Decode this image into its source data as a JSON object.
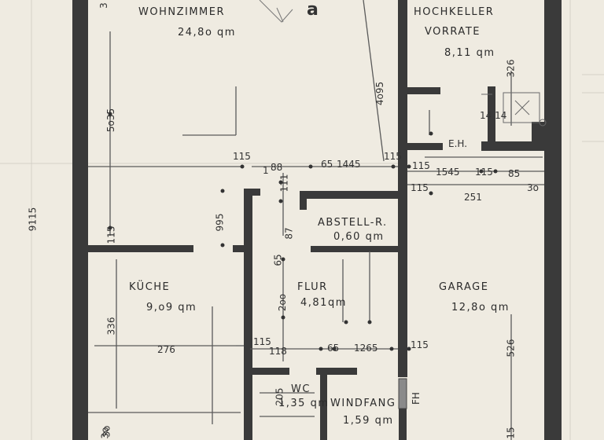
{
  "rooms": {
    "wohnzimmer": {
      "name": "WOHNZIMMER",
      "area": "24,8o qm"
    },
    "hochkeller": {
      "name": "HOCHKELLER",
      "sub": "VORRATE",
      "area": "8,11 qm"
    },
    "abstell": {
      "name": "ABSTELL-R.",
      "area": "0,60 qm"
    },
    "kueche": {
      "name": "KÜCHE",
      "area": "9,o9 qm"
    },
    "flur": {
      "name": "FLUR",
      "area": "4,81qm"
    },
    "garage": {
      "name": "GARAGE",
      "area": "12,8o qm"
    },
    "wc": {
      "name": "WC",
      "area": "1,35 qm"
    },
    "windfang": {
      "name": "WINDFANG",
      "area": "1,59 qm"
    }
  },
  "marks": {
    "a": "a",
    "eh": "E.H.",
    "fh": "FH"
  },
  "dims": {
    "d_911": "9115",
    "d_5035": "5o35",
    "d_115a": "115",
    "d_336": "336",
    "d_30a": "3o",
    "d_3top": "3",
    "d_4095": "4o95",
    "d_326": "326",
    "d_1414": "14 14",
    "d_1145": "115",
    "d_1": "1",
    "d_88": "88",
    "d_65a": "65",
    "d_1445": "1445",
    "d_115b": "115",
    "d_115c": "115",
    "d_111": "111",
    "d_115d": "115",
    "d_1545": "1545",
    "d_115e": "115",
    "d_85": "85",
    "d_30b": "3o",
    "d_251": "251",
    "d_995": "995",
    "d_87": "87",
    "d_65b": "65",
    "d_200": "2oo",
    "d_276": "276",
    "d_115f": "115",
    "d_118": "118",
    "d_65c": "65",
    "d_1265": "1265",
    "d_115g": "115",
    "d_526": "526",
    "d_205": "205",
    "d_30c": "3o",
    "d_15": "15"
  }
}
